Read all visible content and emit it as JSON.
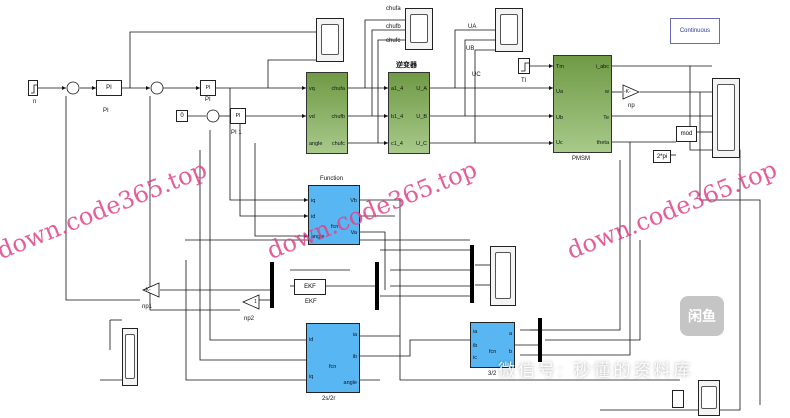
{
  "solver": {
    "label": "Continuous"
  },
  "blocks": {
    "step_n": "n",
    "pi1": {
      "text": "PI",
      "label": "PI"
    },
    "pi2": {
      "label": "PI"
    },
    "pi3": {
      "label": "PI 1"
    },
    "const0": "0",
    "transform": {
      "in1": "vq",
      "in2": "vd",
      "in3": "angle",
      "out1": "chufa",
      "out2": "chufb",
      "out3": "chufc"
    },
    "inverter": {
      "title": "逆变器",
      "p1": "U_A",
      "p2": "U_B",
      "p3": "U_C",
      "i1": "a1_4",
      "i2": "b1_4",
      "i3": "c1_4"
    },
    "scope_tags": {
      "a": "chufa",
      "b": "chufb",
      "c": "chufc"
    },
    "u_tags": {
      "a": "UA",
      "b": "UB",
      "c": "UC"
    },
    "tl": "Tl",
    "pmsm": {
      "label": "PMSM",
      "tm": "Tm",
      "ua": "Ua",
      "ub": "Ub",
      "uc": "Uc",
      "iabc": "i_abc",
      "w": "w",
      "te": "Te",
      "theta": "theta"
    },
    "gain_np": {
      "text": "-K-",
      "label": "np"
    },
    "mod": "mod",
    "twopi": "2*pi",
    "function": {
      "title": "Function",
      "iq": "iq",
      "id": "id",
      "angle": "angle",
      "va": "Va",
      "vb": "Vb",
      "fcn": "fcn"
    },
    "ekf": {
      "text": "EKF",
      "label": "EKF"
    },
    "gain_np1": {
      "text": "-K-",
      "label": "np1"
    },
    "gain_np2": {
      "text": "1",
      "label": "np2"
    },
    "s2r": {
      "label": "2s/2r",
      "id": "id",
      "iq": "iq",
      "ia": "ia",
      "ib": "ib",
      "angle": "angle",
      "fcn": "fcn"
    },
    "c32": {
      "label": "3/2",
      "ia": "ia",
      "ib": "ib",
      "ic": "ic",
      "a": "a",
      "b": "b",
      "fcn": "fcn"
    }
  },
  "watermarks": {
    "text": "down.code365.top",
    "wechat": "微信号: 秒懂的资料库",
    "logo": "闲鱼"
  },
  "colors": {
    "green_top": "#6f9a45",
    "blue": "#58b6f2",
    "watermark": "#e1418a"
  }
}
